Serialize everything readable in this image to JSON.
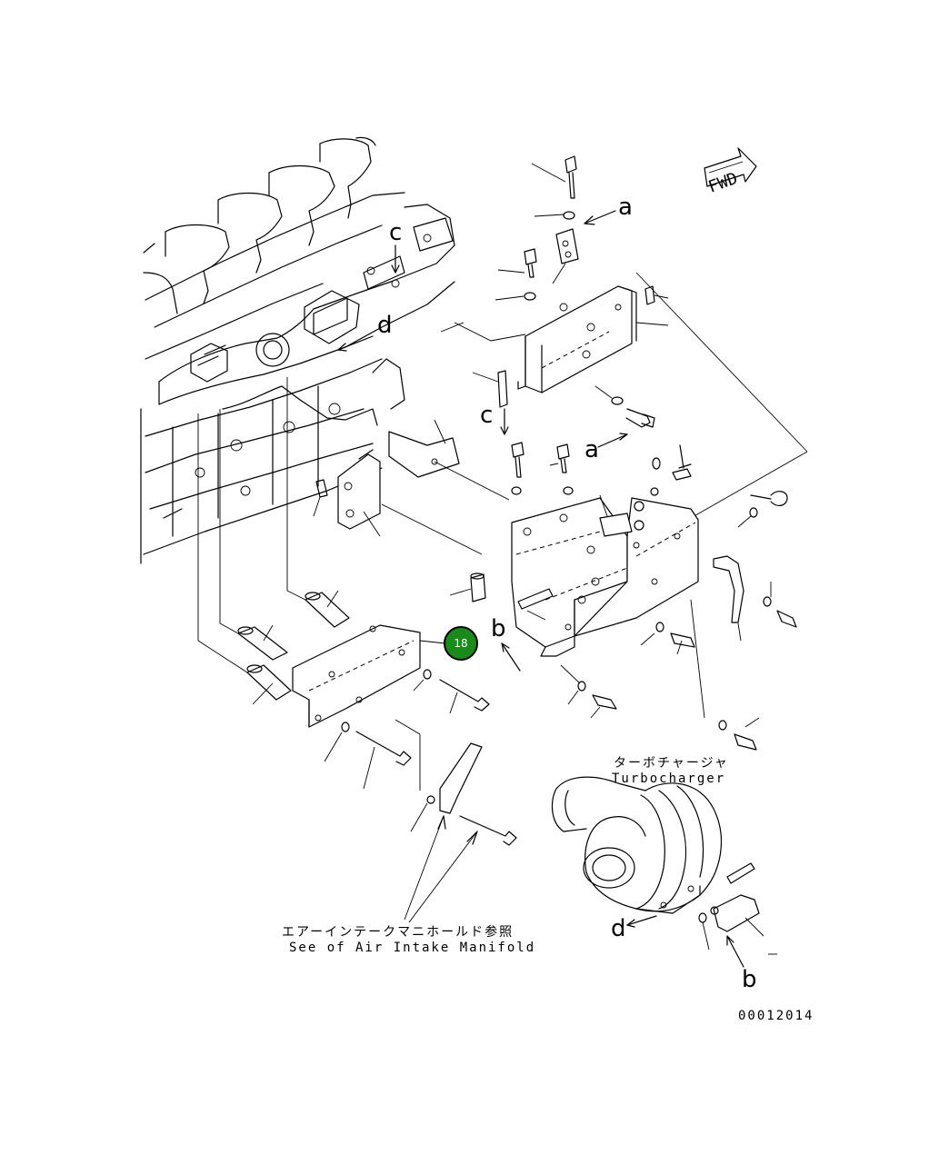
{
  "fwd_label": "FWD",
  "callouts": {
    "a1": "a",
    "a2": "a",
    "b1": "b",
    "b2": "b",
    "c1": "c",
    "c2": "c",
    "d1": "d",
    "d2": "d"
  },
  "turbo": {
    "label_jp": "ターボチャージャ",
    "label_en": "Turbocharger"
  },
  "air_intake": {
    "label_jp": "エアーインテークマニホールド参照",
    "label_en": "See of Air Intake Manifold"
  },
  "badge": {
    "number": "18",
    "color": "#1a8a1a"
  },
  "drawing_number": "00012014"
}
